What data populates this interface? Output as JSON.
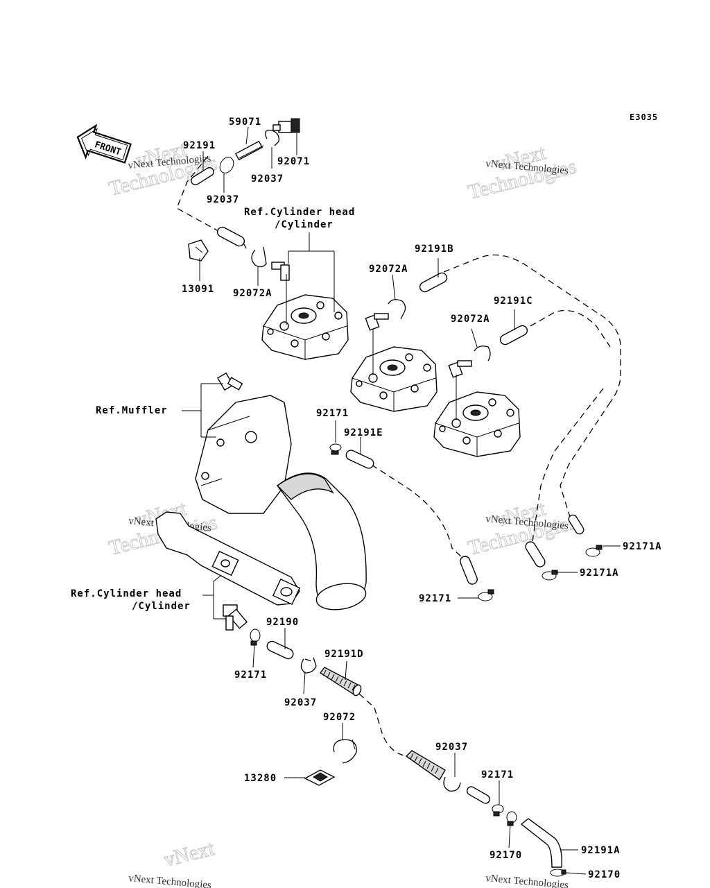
{
  "diagram_code": "E3035",
  "front_label": "FRONT",
  "watermark": {
    "line1": "vNext Technologies",
    "line2": "vNext",
    "line3": "Technologies"
  },
  "labels": {
    "p59071": "59071",
    "p92191": "92191",
    "p92037_a": "92037",
    "p92037_b": "92037",
    "p92071": "92071",
    "ref_cyl_head_top_1": "Ref.Cylinder head",
    "ref_cyl_head_top_2": "/Cylinder",
    "p13091": "13091",
    "p92072A_a": "92072A",
    "p92072A_b": "92072A",
    "p92072A_c": "92072A",
    "p92191B": "92191B",
    "p92191C": "92191C",
    "ref_muffler": "Ref.Muffler",
    "p92171_a": "92171",
    "p92191E": "92191E",
    "p92171A_a": "92171A",
    "p92171A_b": "92171A",
    "p92171_b": "92171",
    "ref_cyl_head_bot_1": "Ref.Cylinder head",
    "ref_cyl_head_bot_2": "/Cylinder",
    "p92190": "92190",
    "p92191D": "92191D",
    "p92171_c": "92171",
    "p92037_c": "92037",
    "p92072": "92072",
    "p92037_d": "92037",
    "p13280": "13280",
    "p92171_d": "92171",
    "p92170_a": "92170",
    "p92191A": "92191A",
    "p92170_b": "92170"
  }
}
